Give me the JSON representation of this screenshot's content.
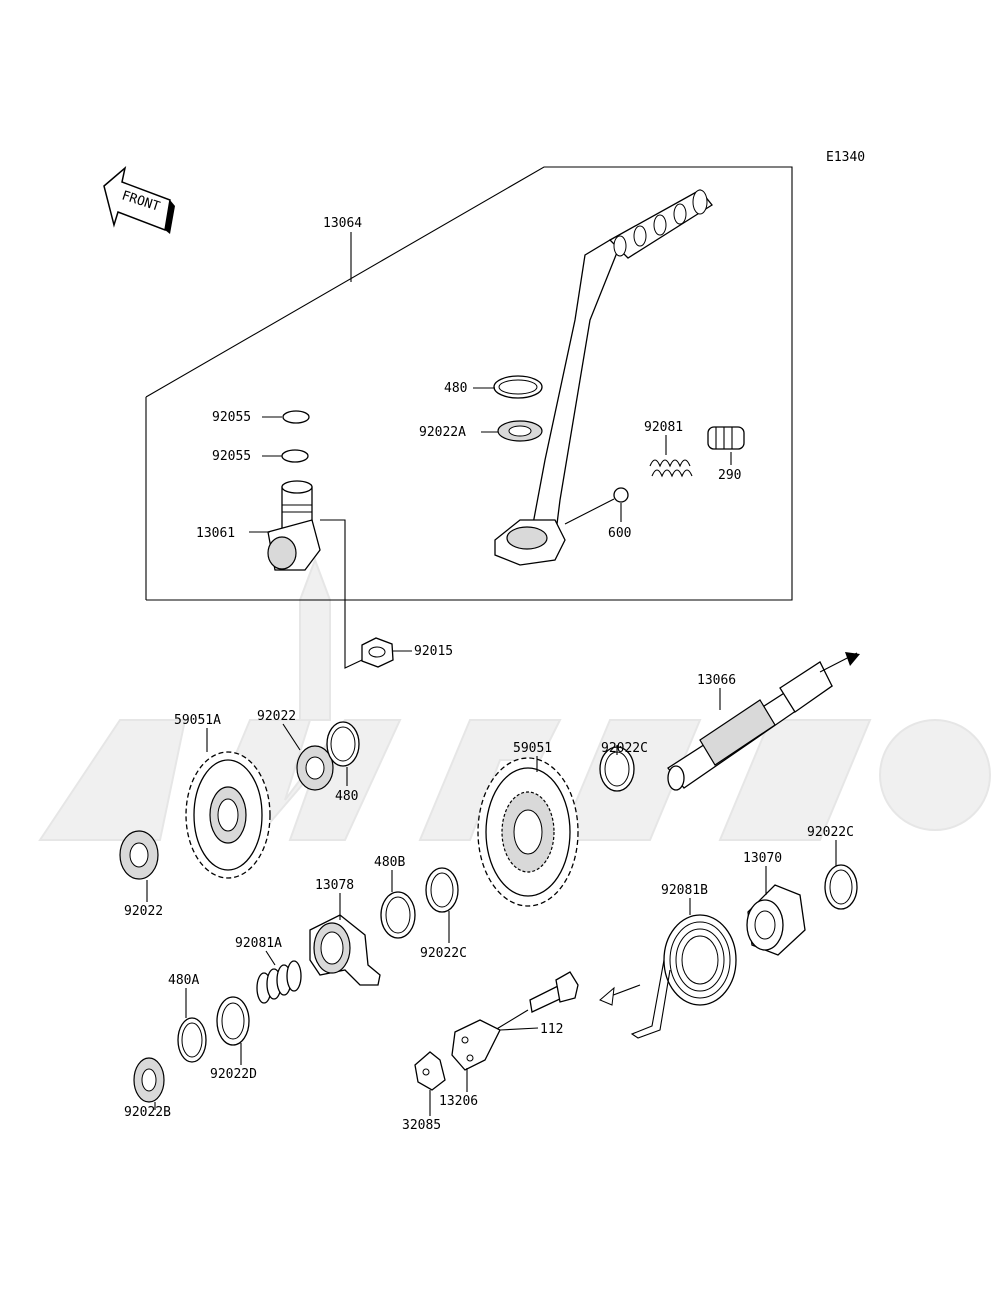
{
  "diagram": {
    "code": "E1340",
    "direction_label": "FRONT"
  },
  "parts": {
    "p13064": "13064",
    "p480_top": "480",
    "p92022A": "92022A",
    "p92055_a": "92055",
    "p92055_b": "92055",
    "p92081": "92081",
    "p290": "290",
    "p13061": "13061",
    "p600": "600",
    "p92015": "92015",
    "p13066": "13066",
    "p59051A": "59051A",
    "p92022_top": "92022",
    "p480_mid": "480",
    "p59051": "59051",
    "p92022C_a": "92022C",
    "p92022C_b": "92022C",
    "p92022_low": "92022",
    "p13078": "13078",
    "p480B": "480B",
    "p92022C_c": "92022C",
    "p13070": "13070",
    "p92081B": "92081B",
    "p92081A": "92081A",
    "p480A": "480A",
    "p92022D": "92022D",
    "p112": "112",
    "p92022B": "92022B",
    "p13206": "13206",
    "p32085": "32085"
  }
}
